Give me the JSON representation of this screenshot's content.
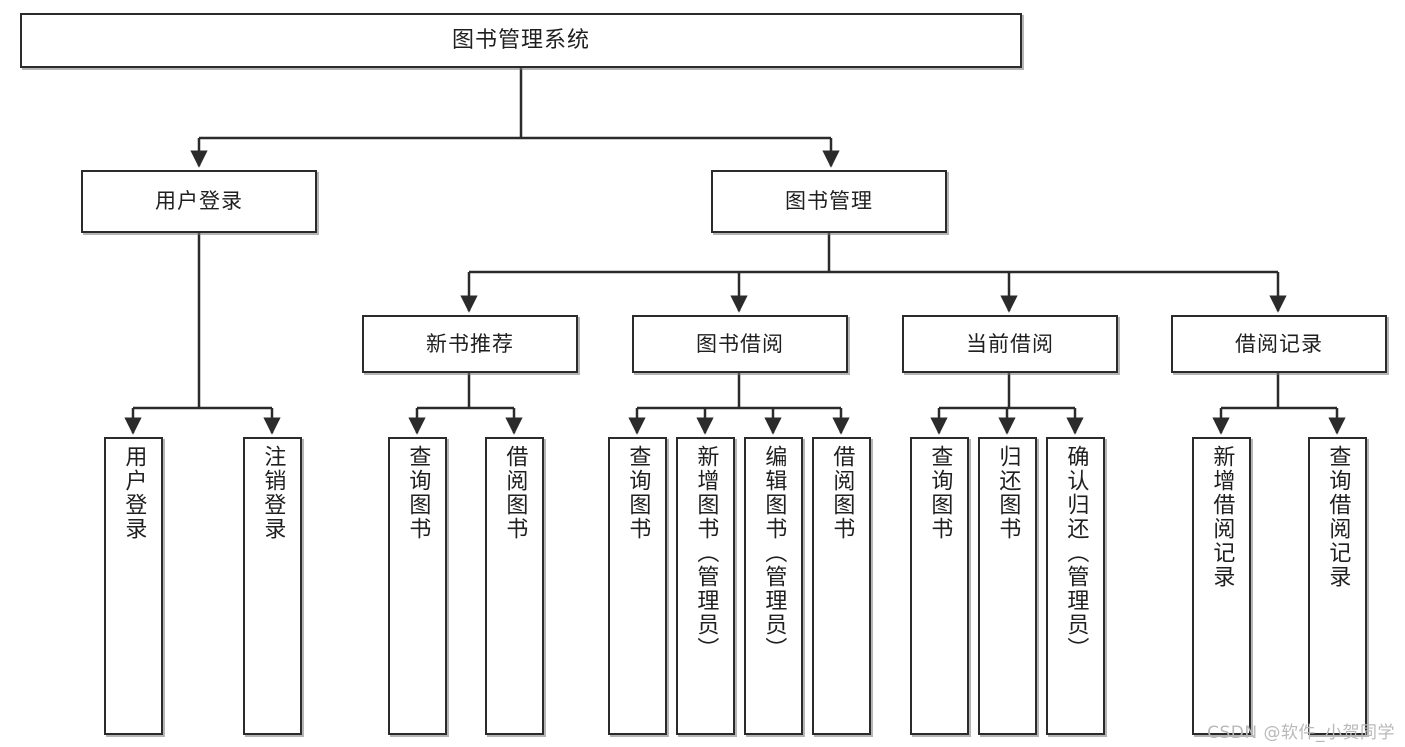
{
  "diagram": {
    "title": "图书管理系统",
    "type": "tree",
    "watermark": "CSDN @软件_小贺同学",
    "colors": {
      "box_border": "#2b2b2b",
      "box_fill": "#ffffff",
      "connector": "#2b2b2b",
      "text": "#1f1f1f",
      "watermark": "#b9b9b9"
    },
    "root": {
      "label": "图书管理系统"
    },
    "level1": [
      {
        "label": "用户登录"
      },
      {
        "label": "图书管理"
      }
    ],
    "level2": [
      {
        "label": "新书推荐"
      },
      {
        "label": "图书借阅"
      },
      {
        "label": "当前借阅"
      },
      {
        "label": "借阅记录"
      }
    ],
    "leaves": {
      "user_login": [
        {
          "label": "用户登录"
        },
        {
          "label": "注销登录"
        }
      ],
      "new_book": [
        {
          "label": "查询图书"
        },
        {
          "label": "借阅图书"
        }
      ],
      "book_borrow": [
        {
          "label": "查询图书"
        },
        {
          "label": "新增图书（管理员）"
        },
        {
          "label": "编辑图书（管理员）"
        },
        {
          "label": "借阅图书"
        }
      ],
      "current_borrow": [
        {
          "label": "查询图书"
        },
        {
          "label": "归还图书"
        },
        {
          "label": "确认归还（管理员）"
        }
      ],
      "borrow_record": [
        {
          "label": "新增借阅记录"
        },
        {
          "label": "查询借阅记录"
        }
      ]
    }
  }
}
